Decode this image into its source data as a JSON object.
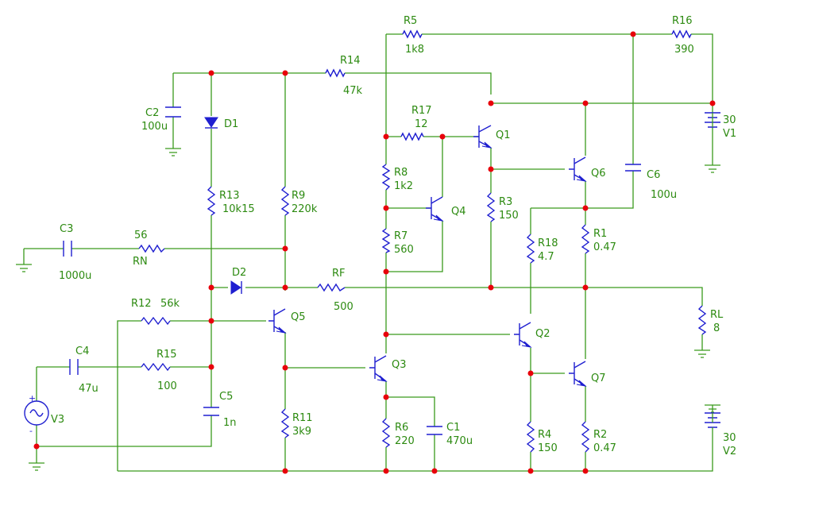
{
  "components": {
    "R5": {
      "name": "R5",
      "value": "1k8"
    },
    "R16": {
      "name": "R16",
      "value": "390"
    },
    "R14": {
      "name": "R14",
      "value": "47k"
    },
    "R17": {
      "name": "R17",
      "value": "12"
    },
    "R8": {
      "name": "R8",
      "value": "1k2"
    },
    "R7": {
      "name": "R7",
      "value": "560"
    },
    "R3": {
      "name": "R3",
      "value": "150"
    },
    "R13": {
      "name": "R13",
      "value": "10k15"
    },
    "R9": {
      "name": "R9",
      "value": "220k"
    },
    "RN": {
      "name": "RN",
      "value": "56"
    },
    "RF": {
      "name": "RF",
      "value": "500"
    },
    "R12": {
      "name": "R12",
      "value": "56k"
    },
    "R15": {
      "name": "R15",
      "value": "100"
    },
    "R11": {
      "name": "R11",
      "value": "3k9"
    },
    "R6": {
      "name": "R6",
      "value": "220"
    },
    "R18": {
      "name": "R18",
      "value": "4.7"
    },
    "R1": {
      "name": "R1",
      "value": "0.47"
    },
    "R4": {
      "name": "R4",
      "value": "150"
    },
    "R2": {
      "name": "R2",
      "value": "0.47"
    },
    "RL": {
      "name": "RL",
      "value": "8"
    },
    "C2": {
      "name": "C2",
      "value": "100u"
    },
    "C3": {
      "name": "C3",
      "value": "1000u"
    },
    "C4": {
      "name": "C4",
      "value": "47u"
    },
    "C5": {
      "name": "C5",
      "value": "1n"
    },
    "C1": {
      "name": "C1",
      "value": "470u"
    },
    "C6": {
      "name": "C6",
      "value": "100u"
    },
    "V1": {
      "name": "V1",
      "value": "30"
    },
    "V2": {
      "name": "V2",
      "value": "30"
    },
    "V3": {
      "name": "V3"
    },
    "D1": {
      "name": "D1"
    },
    "D2": {
      "name": "D2"
    },
    "Q1": {
      "name": "Q1"
    },
    "Q2": {
      "name": "Q2"
    },
    "Q3": {
      "name": "Q3"
    },
    "Q4": {
      "name": "Q4"
    },
    "Q5": {
      "name": "Q5"
    },
    "Q6": {
      "name": "Q6"
    },
    "Q7": {
      "name": "Q7"
    }
  },
  "source_polarity": {
    "plus": "+",
    "minus": "-"
  },
  "colors": {
    "wire": "#3a9a1c",
    "component": "#1f1fd0",
    "node": "#e8000b",
    "label": "#2c8a10"
  }
}
